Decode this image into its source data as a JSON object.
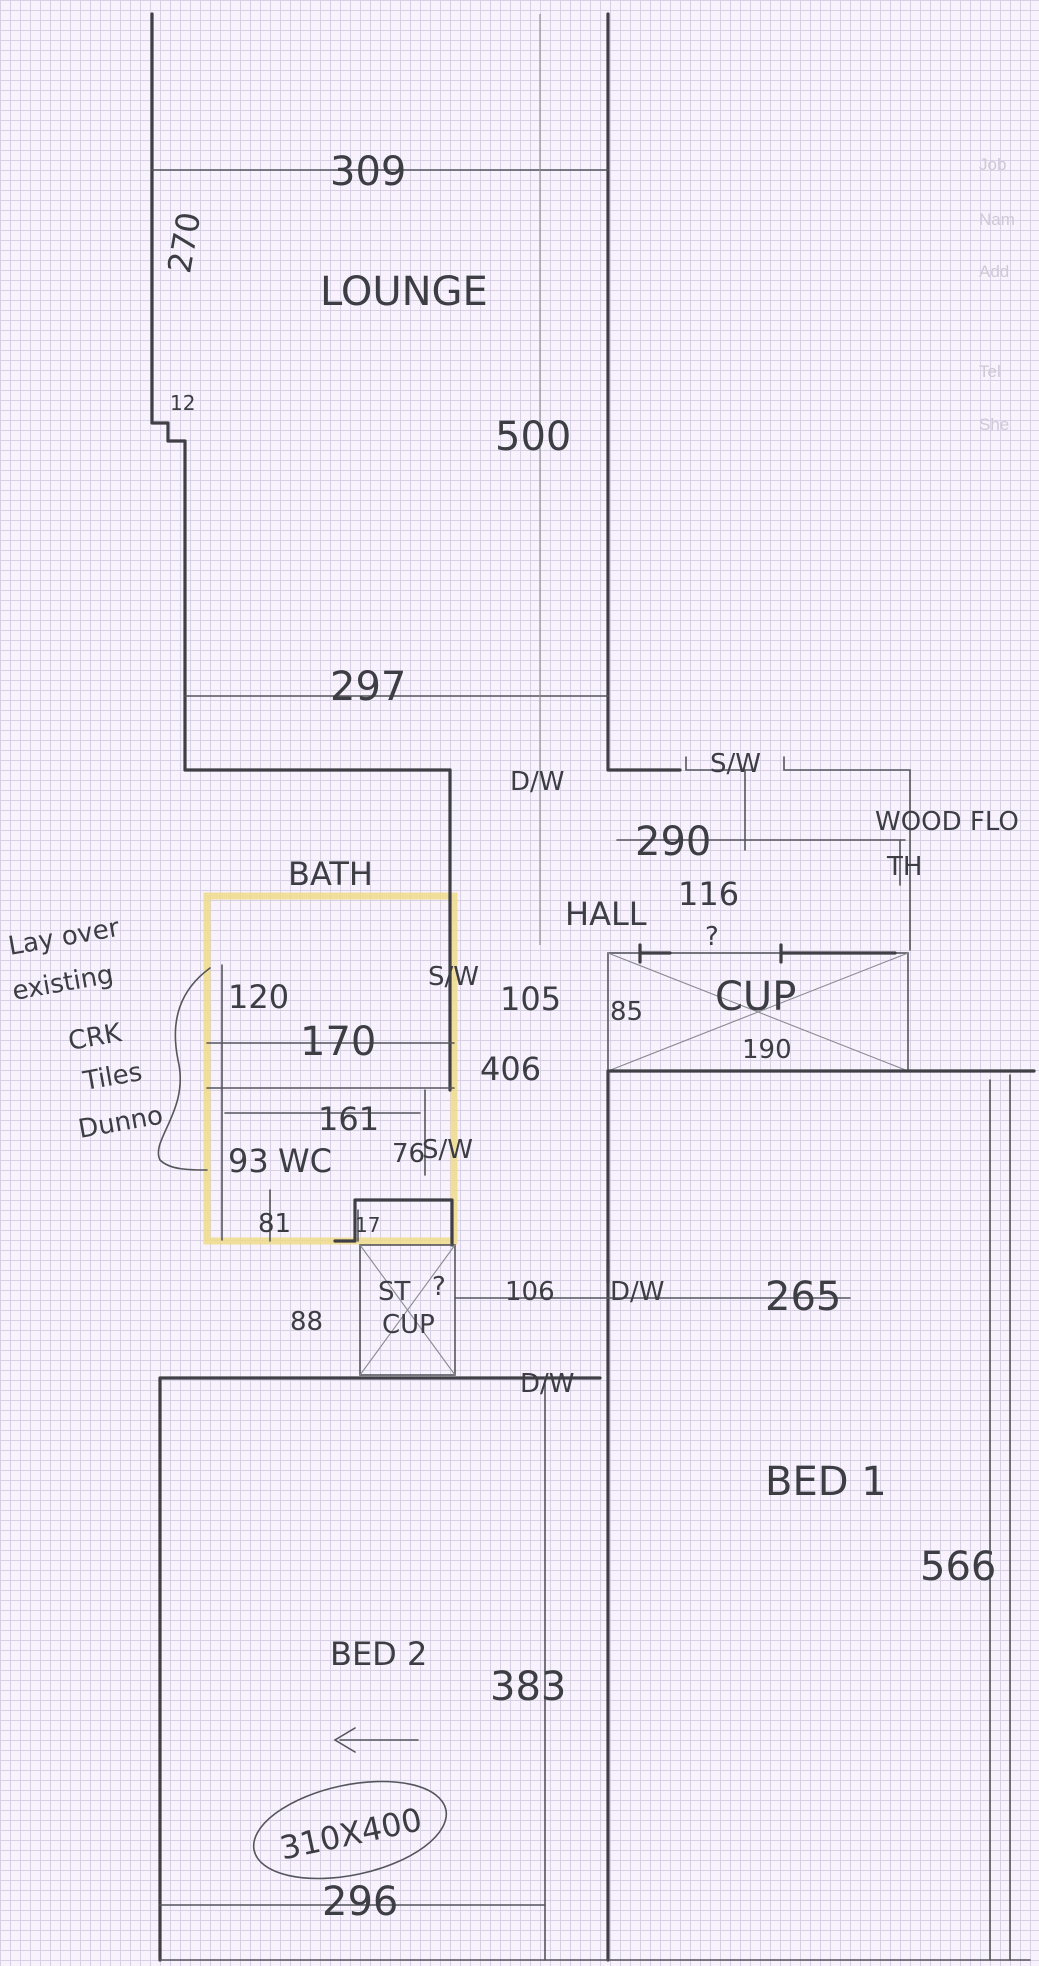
{
  "rooms": {
    "lounge": "LOUNGE",
    "bath": "BATH",
    "hall": "HALL",
    "bed1": "BED 1",
    "bed2": "BED 2",
    "cup_hall": "CUP",
    "st_cup_line1": "ST",
    "st_cup_line2": "CUP"
  },
  "dimensions": {
    "lounge_top_width": "309",
    "lounge_side": "270",
    "lounge_small": "12",
    "lounge_length": "500",
    "lounge_bottom_width": "297",
    "hall_width": "290",
    "hall_length": "116",
    "hall_cup_depth": "85",
    "hall_cup_width": "190",
    "hall_side": "105",
    "hall_side_2": "406",
    "bath_depth": "120",
    "bath_width": "170",
    "wc_width": "161",
    "wc_depth": "93",
    "wc_small": "81",
    "wc_step": "17",
    "wc_side": "76",
    "st_cup": "88",
    "hall_cross": "106",
    "bed1_width": "265",
    "bed1_length": "566",
    "bed2_length": "383",
    "bed2_width": "296",
    "bed2_area": "310X400",
    "unknown": "?"
  },
  "markers": {
    "d_w_lounge": "D/W",
    "s_w_top": "S/W",
    "s_w_bath": "S/W",
    "s_w_wc": "S/W",
    "d_w_bed1": "D/W",
    "d_w_bed2": "D/W",
    "wood_flo": "WOOD FLO",
    "wc_label": "WC",
    "th": "TH"
  },
  "notes": {
    "tiles_line1": "Lay over",
    "tiles_line2": "existing",
    "tiles_line3": "CRK",
    "tiles_line4": "Tiles",
    "tiles_line5": "Dunno"
  },
  "stamp": [
    "Job",
    "Nam",
    "Add",
    "Tel",
    "She"
  ],
  "colors": {
    "paper": "#f7f2fb",
    "grid": "#d8d0e4",
    "pencil": "#3d3d44",
    "highlight": "#eedc8a"
  }
}
